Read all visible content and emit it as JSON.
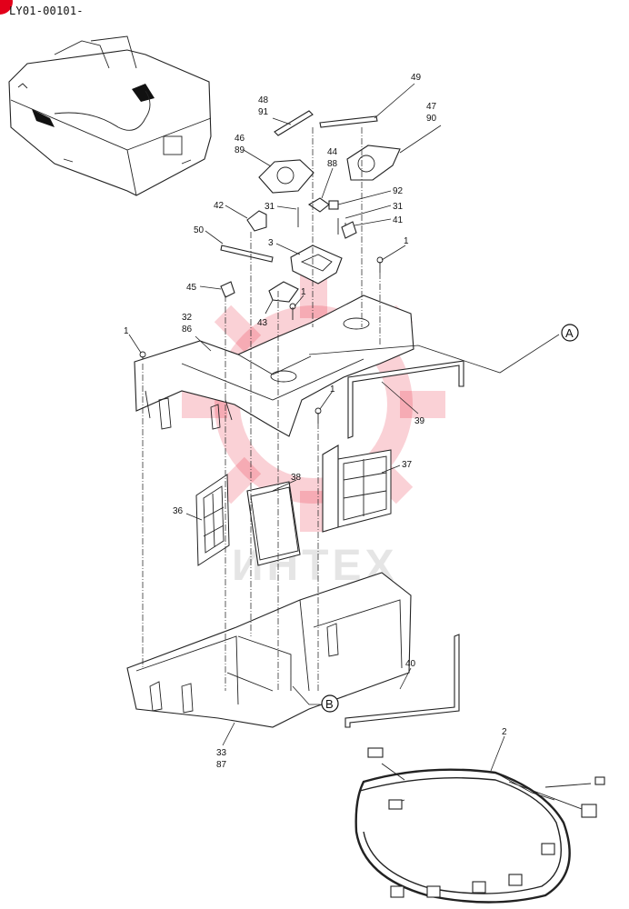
{
  "document": {
    "code": "LY01-00101-"
  },
  "watermark": {
    "text": "ИНТЕХ",
    "color": "#e2001a"
  },
  "callouts": [
    {
      "id": "c-48",
      "lines": [
        "48",
        "91"
      ]
    },
    {
      "id": "c-49",
      "lines": [
        "49"
      ]
    },
    {
      "id": "c-47",
      "lines": [
        "47",
        "90"
      ]
    },
    {
      "id": "c-46",
      "lines": [
        "46",
        "89"
      ]
    },
    {
      "id": "c-44",
      "lines": [
        "44",
        "88"
      ]
    },
    {
      "id": "c-92",
      "lines": [
        "92"
      ]
    },
    {
      "id": "c-31a",
      "lines": [
        "31"
      ]
    },
    {
      "id": "c-31b",
      "lines": [
        "31"
      ]
    },
    {
      "id": "c-41",
      "lines": [
        "41"
      ]
    },
    {
      "id": "c-42",
      "lines": [
        "42"
      ]
    },
    {
      "id": "c-50",
      "lines": [
        "50"
      ]
    },
    {
      "id": "c-3",
      "lines": [
        "3"
      ]
    },
    {
      "id": "c-1a",
      "lines": [
        "1"
      ]
    },
    {
      "id": "c-45",
      "lines": [
        "45"
      ]
    },
    {
      "id": "c-43",
      "lines": [
        "43"
      ]
    },
    {
      "id": "c-1b",
      "lines": [
        "1"
      ]
    },
    {
      "id": "c-32",
      "lines": [
        "32",
        "86"
      ]
    },
    {
      "id": "c-1c",
      "lines": [
        "1"
      ]
    },
    {
      "id": "c-1d",
      "lines": [
        "1"
      ]
    },
    {
      "id": "c-39",
      "lines": [
        "39"
      ]
    },
    {
      "id": "c-36",
      "lines": [
        "36"
      ]
    },
    {
      "id": "c-38",
      "lines": [
        "38"
      ]
    },
    {
      "id": "c-37",
      "lines": [
        "37"
      ]
    },
    {
      "id": "c-40",
      "lines": [
        "40"
      ]
    },
    {
      "id": "c-33",
      "lines": [
        "33",
        "87"
      ]
    },
    {
      "id": "c-2",
      "lines": [
        "2"
      ]
    }
  ],
  "references": [
    {
      "id": "ref-a",
      "letter": "A"
    },
    {
      "id": "ref-b",
      "letter": "B"
    }
  ]
}
